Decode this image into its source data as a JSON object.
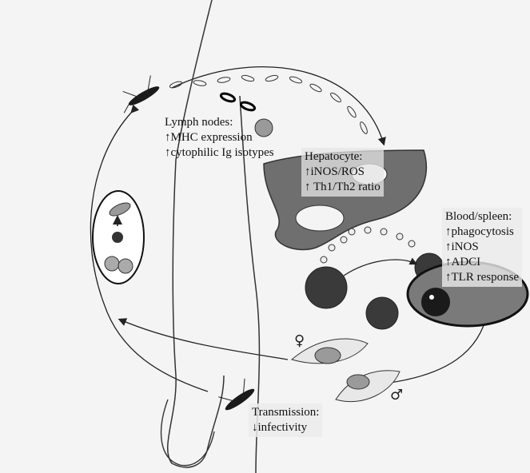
{
  "labels": {
    "lymph_nodes": {
      "title": "Lymph nodes:",
      "lines": [
        "↑MHC expression",
        "↑cytophilic Ig isotypes"
      ]
    },
    "hepatocyte": {
      "title": "Hepatocyte:",
      "lines": [
        "↑iNOS/ROS",
        "↑ Th1/Th2 ratio"
      ]
    },
    "blood_spleen": {
      "title": "Blood/spleen:",
      "lines": [
        "↑phagocytosis",
        "↑iNOS",
        "↑ADCI",
        "↑TLR response"
      ]
    },
    "transmission": {
      "title": "Transmission:",
      "lines": [
        "↓infectivity"
      ]
    }
  },
  "symbols": {
    "female": "♀",
    "male": "♂"
  },
  "colors": {
    "liver_fill": "#6f6f6f",
    "infected_rbc": "#3a3a3a",
    "spleen_fill": "#7a7a7a",
    "line": "#222222"
  }
}
